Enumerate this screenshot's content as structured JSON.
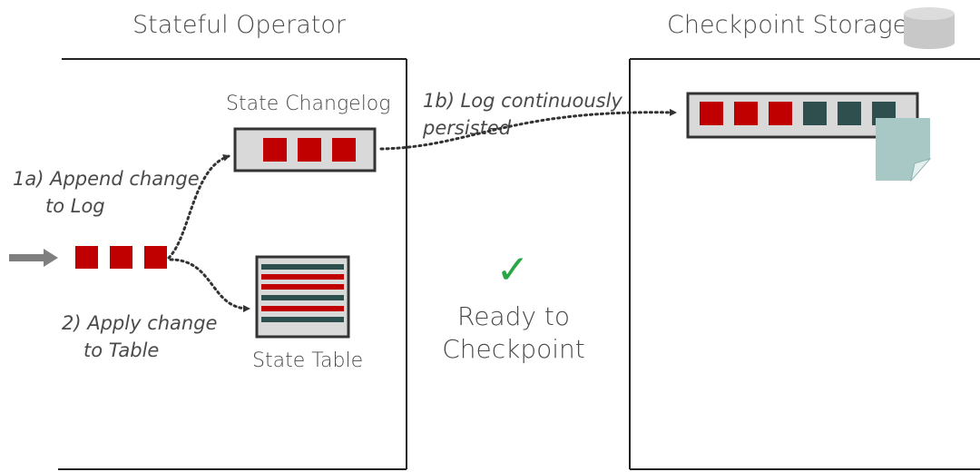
{
  "panels": {
    "operator_title": "Stateful Operator",
    "storage_title": "Checkpoint Storage"
  },
  "changelog": {
    "label": "State Changelog",
    "entries": 3
  },
  "state_table": {
    "label": "State Table"
  },
  "steps": {
    "append_line1": "1a) Append change",
    "append_line2": "to Log",
    "persist_line1": "1b) Log continuously",
    "persist_line2": "persisted",
    "apply_line1": "2) Apply change",
    "apply_line2": "to Table"
  },
  "status": {
    "check_glyph": "✓",
    "line1": "Ready to",
    "line2": "Checkpoint"
  },
  "storage_log": {
    "red_entries": 3,
    "dark_entries": 3
  },
  "colors": {
    "entry_red": "#c00000",
    "entry_dark": "#2f4f4f",
    "check_green": "#27a844",
    "arrow_gray": "#7f7f7f",
    "file_teal": "#a8c8c6",
    "cylinder_gray": "#c8c8c8"
  }
}
